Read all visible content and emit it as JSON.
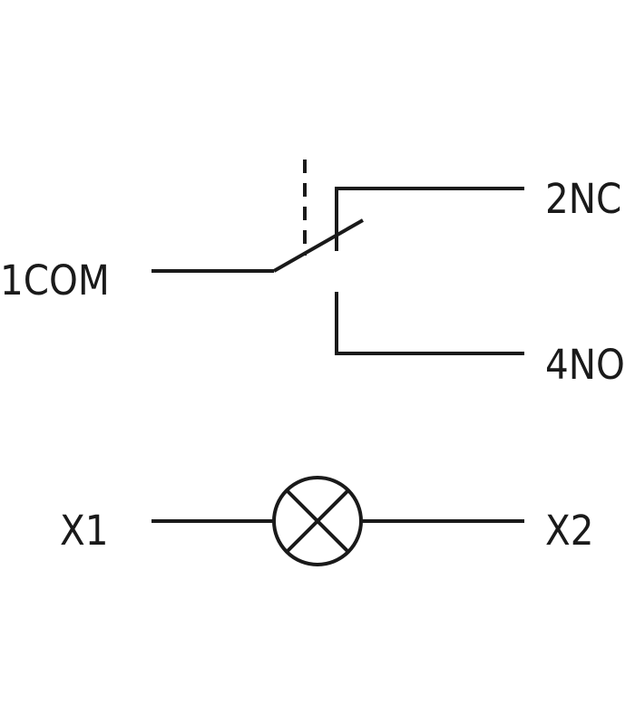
{
  "terminals": {
    "com": "1COM",
    "nc": "2NC",
    "no": "4NO",
    "lamp_x1": "X1",
    "lamp_x2": "X2"
  },
  "colors": {
    "line": "#1a1a1a",
    "background": "#ffffff"
  }
}
